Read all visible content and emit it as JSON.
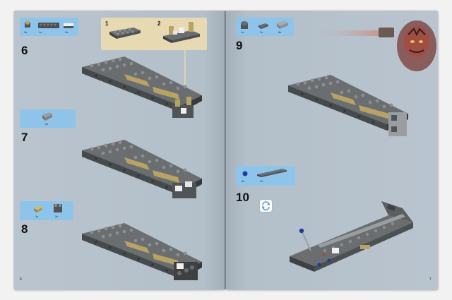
{
  "left_page": {
    "page_number": "6",
    "steps": [
      {
        "number": "6",
        "parts": [
          {
            "qty": "2x"
          },
          {
            "qty": "1x"
          },
          {
            "qty": "2x"
          }
        ],
        "sub_steps": [
          {
            "number": "1"
          },
          {
            "number": "2"
          }
        ]
      },
      {
        "number": "7",
        "parts": [
          {
            "qty": "2x"
          }
        ]
      },
      {
        "number": "8",
        "parts": [
          {
            "qty": "1x"
          },
          {
            "qty": "2x"
          }
        ]
      }
    ]
  },
  "right_page": {
    "page_number": "7",
    "steps": [
      {
        "number": "9",
        "parts": [
          {
            "qty": "1x"
          },
          {
            "qty": "2x"
          },
          {
            "qty": "8x"
          }
        ]
      },
      {
        "number": "10",
        "parts": [
          {
            "qty": "4x"
          },
          {
            "qty": "2x"
          }
        ]
      }
    ]
  },
  "colors": {
    "callout_blue": "#8ec4ea",
    "substep_tan": "#e7d9b2",
    "page_grey": "#b6c2cc",
    "brick_dark": "#505457",
    "brick_tan": "#b8a462"
  }
}
